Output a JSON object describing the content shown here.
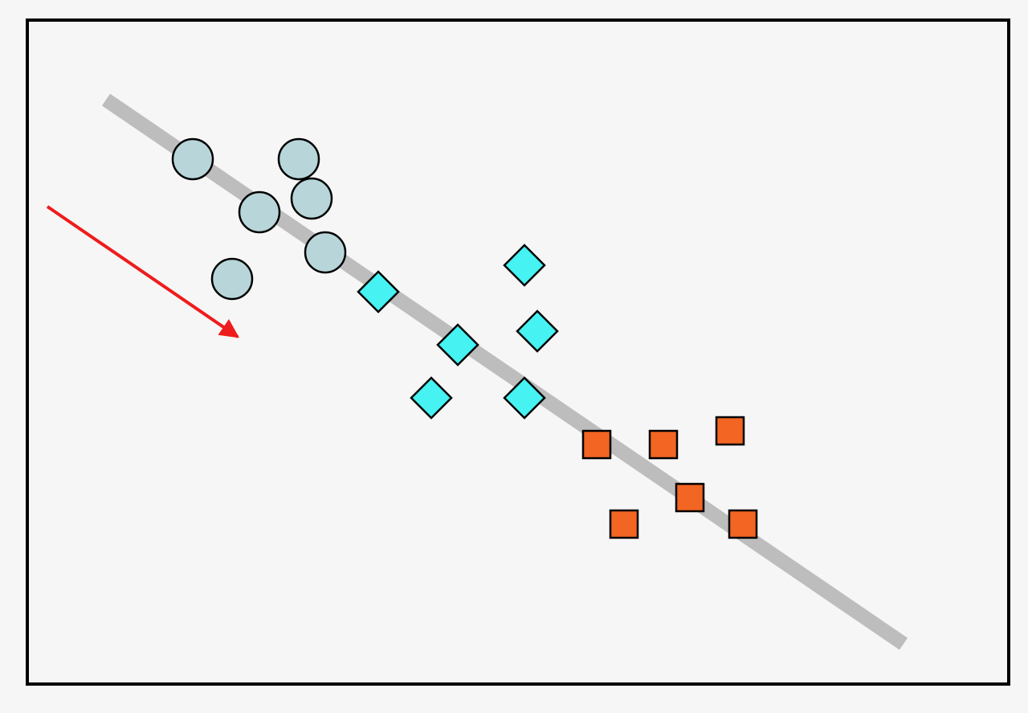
{
  "colors": {
    "background": "#f6f6f6",
    "frame": "#000000",
    "trend_line": "#bdbdbd",
    "arrow": "#ee1c1c",
    "circle_fill": "#b8d6da",
    "diamond_fill": "#46f2f2",
    "square_fill": "#f26522",
    "marker_stroke": "#000000"
  },
  "shape_legend": {
    "circle": "circle-marker",
    "diamond": "diamond-marker",
    "square": "square-marker"
  }
}
